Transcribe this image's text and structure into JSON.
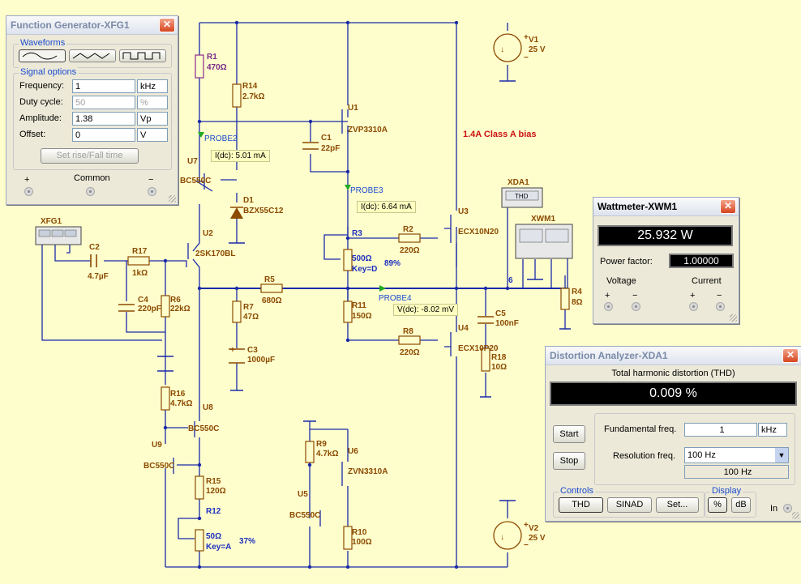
{
  "schematic": {
    "components": {
      "r1": [
        "R1",
        "470Ω"
      ],
      "r14": [
        "R14",
        "2.7kΩ"
      ],
      "u1": [
        "U1",
        "ZVP3310A"
      ],
      "c1": [
        "C1",
        "22pF"
      ],
      "u7": [
        "U7",
        "BC550C"
      ],
      "d1": [
        "D1",
        "BZX55C12"
      ],
      "u2": [
        "U2",
        "2SK170BL"
      ],
      "c2": [
        "C2",
        "4.7µF"
      ],
      "r17": [
        "R17",
        "1kΩ"
      ],
      "c4": [
        "C4",
        "220pF"
      ],
      "r6": [
        "R6",
        "22kΩ"
      ],
      "r5": [
        "R5",
        "680Ω"
      ],
      "r7": [
        "R7",
        "47Ω"
      ],
      "c3": [
        "C3",
        "1000µF"
      ],
      "r3": [
        "R3",
        "500Ω",
        "Key=D",
        "89%"
      ],
      "r2": [
        "R2",
        "220Ω"
      ],
      "u3": [
        "U3",
        "ECX10N20"
      ],
      "r11": [
        "R11",
        "150Ω"
      ],
      "r8": [
        "R8",
        "220Ω"
      ],
      "u4": [
        "U4",
        "ECX10P20"
      ],
      "c5": [
        "C5",
        "100nF"
      ],
      "r18": [
        "R18",
        "10Ω"
      ],
      "r4": [
        "R4",
        "8Ω"
      ],
      "r16": [
        "R16",
        "4.7kΩ"
      ],
      "u8": [
        "U8",
        "BC550C"
      ],
      "u9": [
        "U9",
        "BC550C"
      ],
      "r15": [
        "R15",
        "120Ω"
      ],
      "r12": [
        "R12",
        "50Ω",
        "Key=A",
        "37%"
      ],
      "r9": [
        "R9",
        "4.7kΩ"
      ],
      "u6": [
        "U6",
        "ZVN3310A"
      ],
      "u5": [
        "U5",
        "BC550C"
      ],
      "r10": [
        "R10",
        "100Ω"
      ],
      "v1": [
        "V1",
        "25 V"
      ],
      "v2": [
        "V2",
        "25 V"
      ]
    },
    "bias_note": "1.4A Class A bias",
    "xfg1_label": "XFG1",
    "xda1_label": "XDA1",
    "xda1_thd": "THD",
    "xwm1_label": "XWM1",
    "node6": "6",
    "probes": {
      "probe2": {
        "name": "PROBE2",
        "reading": "I(dc): 5.01 mA"
      },
      "probe3": {
        "name": "PROBE3",
        "reading": "I(dc): 6.64 mA"
      },
      "probe4": {
        "name": "PROBE4",
        "reading": "V(dc): -8.02 mV"
      }
    }
  },
  "function_generator": {
    "title": "Function Generator-XFG1",
    "waveforms_title": "Waveforms",
    "signal_options_title": "Signal options",
    "fields": [
      {
        "label": "Frequency:",
        "value": "1",
        "unit": "kHz",
        "disabled": false
      },
      {
        "label": "Duty cycle:",
        "value": "50",
        "unit": "%",
        "disabled": true
      },
      {
        "label": "Amplitude:",
        "value": "1.38",
        "unit": "Vp",
        "disabled": false
      },
      {
        "label": "Offset:",
        "value": "0",
        "unit": "V",
        "disabled": false
      }
    ],
    "set_rise_fall": "Set rise/Fall time",
    "plus": "+",
    "common": "Common",
    "minus": "−"
  },
  "wattmeter": {
    "title": "Wattmeter-XWM1",
    "reading": "25.932 W",
    "power_factor_label": "Power factor:",
    "power_factor": "1.00000",
    "voltage_label": "Voltage",
    "current_label": "Current",
    "plus": "+",
    "minus": "−"
  },
  "distortion_analyzer": {
    "title": "Distortion Analyzer-XDA1",
    "header": "Total harmonic distortion (THD)",
    "reading": "0.009 %",
    "start": "Start",
    "stop": "Stop",
    "fundamental_label": "Fundamental freq.",
    "fundamental_value": "1",
    "fundamental_unit": "kHz",
    "resolution_label": "Resolution freq.",
    "resolution_value": "100 Hz",
    "resolution_display": "100 Hz",
    "controls_title": "Controls",
    "thd_btn": "THD",
    "sinad_btn": "SINAD",
    "set_btn": "Set...",
    "display_title": "Display",
    "pct_btn": "%",
    "db_btn": "dB",
    "in_label": "In"
  }
}
